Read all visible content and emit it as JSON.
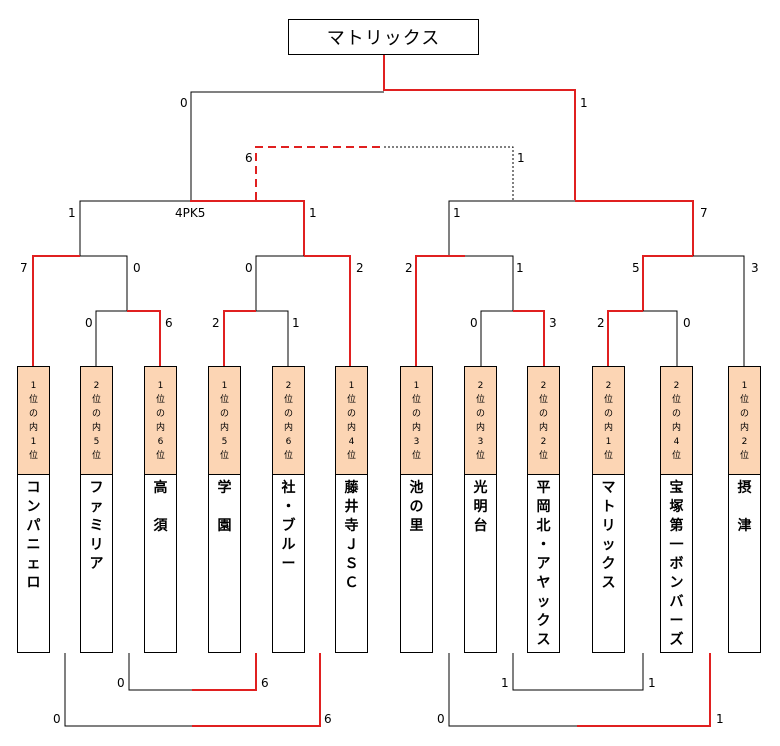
{
  "champion": "マトリックス",
  "teams": [
    {
      "seed": "1位の内1位",
      "name": "コンパニェロ"
    },
    {
      "seed": "2位の内5位",
      "name": "ファミリア"
    },
    {
      "seed": "1位の内6位",
      "name": "高　須"
    },
    {
      "seed": "1位の内5位",
      "name": "学　園"
    },
    {
      "seed": "2位の内6位",
      "name": "社・ブルー"
    },
    {
      "seed": "1位の内4位",
      "name": "藤井寺ＪＳＣ"
    },
    {
      "seed": "1位の内3位",
      "name": "池の里"
    },
    {
      "seed": "2位の内3位",
      "name": "光明台"
    },
    {
      "seed": "2位の内2位",
      "name": "平岡北・アヤックス"
    },
    {
      "seed": "2位の内1位",
      "name": "マトリックス"
    },
    {
      "seed": "2位の内4位",
      "name": "宝塚第一ボンバーズ"
    },
    {
      "seed": "1位の内2位",
      "name": "摂　津"
    }
  ],
  "scores": {
    "final_left": "0",
    "final_right": "1",
    "third_left": "6",
    "third_right": "1",
    "semi1_left": "1",
    "semi1_right": "1",
    "semi1_pk": "4PK5",
    "semi2_left": "1",
    "semi2_right": "7",
    "qf1_left": "7",
    "qf1_right": "0",
    "qf2_left": "0",
    "qf2_right": "2",
    "qf3_left": "2",
    "qf3_right": "1",
    "qf4_left": "5",
    "qf4_right": "3",
    "r1a_left": "0",
    "r1a_right": "6",
    "r1b_left": "2",
    "r1b_right": "1",
    "r1c_left": "0",
    "r1c_right": "3",
    "r1d_left": "2",
    "r1d_right": "0",
    "cons1_left": "0",
    "cons1_right": "6",
    "cons2_left": "0",
    "cons2_right": "6",
    "cons3_left": "1",
    "cons3_right": "1",
    "cons4_left": "0",
    "cons4_right": "1"
  },
  "colors": {
    "win": "#e02020",
    "line": "#000000",
    "seed_bg": "#fcd5b4"
  }
}
